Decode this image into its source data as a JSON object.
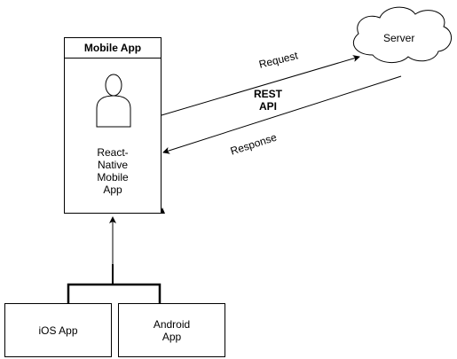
{
  "mobile_app": {
    "title": "Mobile App",
    "caption": "React-\nNative\nMobile\nApp",
    "icon": "user-icon"
  },
  "server": {
    "label": "Server",
    "icon": "cloud-icon"
  },
  "connection": {
    "request_label": "Request",
    "response_label": "Response",
    "api_label_line1": "REST",
    "api_label_line2": "API"
  },
  "platforms": {
    "ios_label": "iOS App",
    "android_label": "Android\nApp"
  },
  "colors": {
    "stroke": "#000000",
    "fill": "#ffffff"
  }
}
